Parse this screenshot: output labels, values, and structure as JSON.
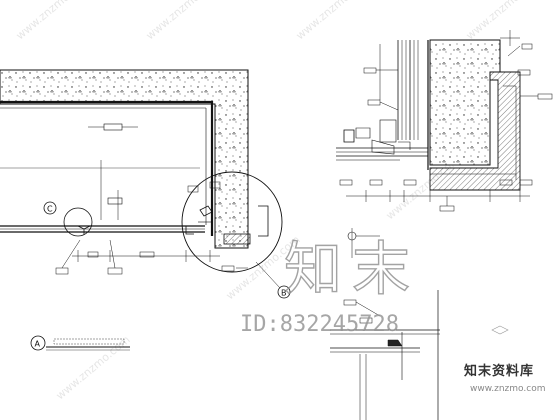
{
  "watermark": {
    "id_text": "ID:832245728",
    "big_mark": "知末",
    "logo_cn": "知末资料库",
    "logo_url": "www.znzmo.com",
    "diag_url": "www.znzmo.com"
  },
  "callouts": {
    "a": "A",
    "b": "B",
    "c": "C"
  }
}
